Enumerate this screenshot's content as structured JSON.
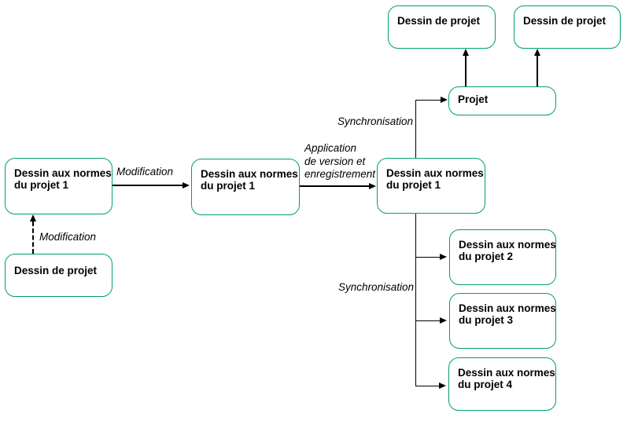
{
  "colors": {
    "background": "#ffffff",
    "node_border": "#00a263",
    "node_fill": "#ffffff",
    "line": "#000000",
    "text": "#000000"
  },
  "nodes": {
    "normes_projet1_v1": {
      "line1": "Dessin aux normes",
      "line2": "du projet 1"
    },
    "dessin_projet_source": {
      "line1": "Dessin de projet"
    },
    "normes_projet1_v2": {
      "line1": "Dessin aux normes",
      "line2": "du projet 1"
    },
    "normes_projet1_v3": {
      "line1": "Dessin aux normes",
      "line2": "du projet 1"
    },
    "projet": {
      "line1": "Projet"
    },
    "dessin_projet_top_left": {
      "line1": "Dessin de projet"
    },
    "dessin_projet_top_right": {
      "line1": "Dessin de projet"
    },
    "normes_projet2": {
      "line1": "Dessin aux normes",
      "line2": "du projet 2"
    },
    "normes_projet3": {
      "line1": "Dessin aux normes",
      "line2": "du projet 3"
    },
    "normes_projet4": {
      "line1": "Dessin aux normes",
      "line2": "du projet 4"
    }
  },
  "edge_labels": {
    "modification_dashed": "Modification",
    "modification": "Modification",
    "application": {
      "line1": "Application",
      "line2": "de version et",
      "line3": "enregistrement"
    },
    "synchronisation_top": "Synchronisation",
    "synchronisation_bottom": "Synchronisation"
  }
}
